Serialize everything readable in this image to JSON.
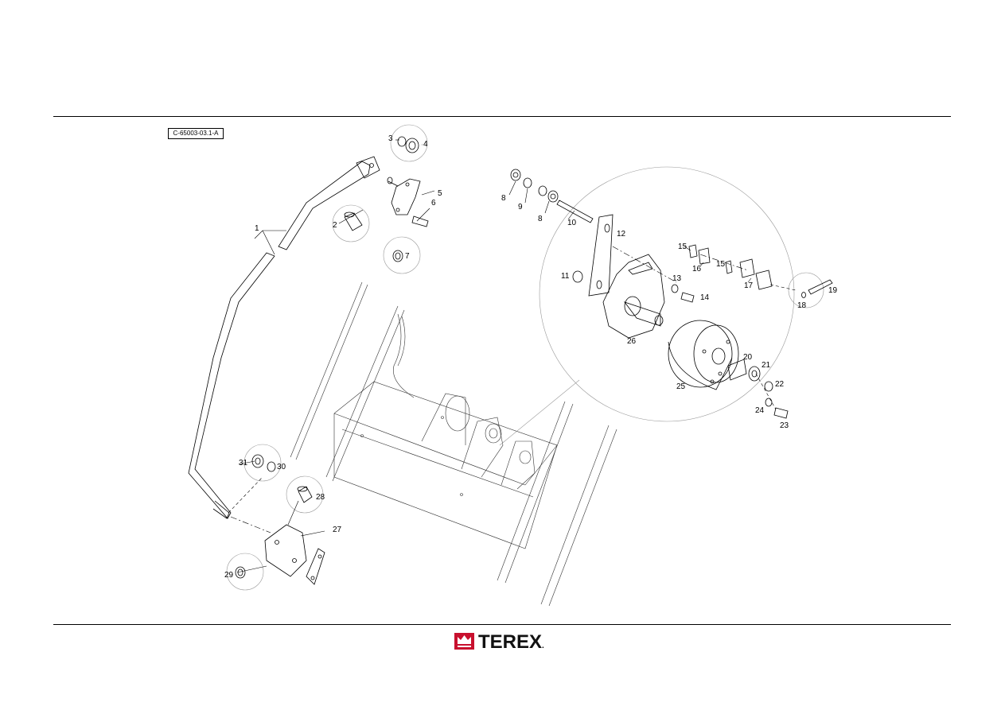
{
  "drawing_ref": "C-65003-03.1-A",
  "brand": {
    "name": "TEREX",
    "suffix": ".",
    "color": "#c8102e"
  },
  "callouts": [
    {
      "n": "1"
    },
    {
      "n": "2"
    },
    {
      "n": "3"
    },
    {
      "n": "4"
    },
    {
      "n": "5"
    },
    {
      "n": "6"
    },
    {
      "n": "7"
    },
    {
      "n": "8"
    },
    {
      "n": "9"
    },
    {
      "n": "8"
    },
    {
      "n": "10"
    },
    {
      "n": "11"
    },
    {
      "n": "12"
    },
    {
      "n": "13"
    },
    {
      "n": "14"
    },
    {
      "n": "15"
    },
    {
      "n": "16"
    },
    {
      "n": "15"
    },
    {
      "n": "17"
    },
    {
      "n": "18"
    },
    {
      "n": "19"
    },
    {
      "n": "20"
    },
    {
      "n": "21"
    },
    {
      "n": "22"
    },
    {
      "n": "23"
    },
    {
      "n": "24"
    },
    {
      "n": "25"
    },
    {
      "n": "26"
    },
    {
      "n": "27"
    },
    {
      "n": "28"
    },
    {
      "n": "29"
    },
    {
      "n": "30"
    },
    {
      "n": "31"
    }
  ]
}
